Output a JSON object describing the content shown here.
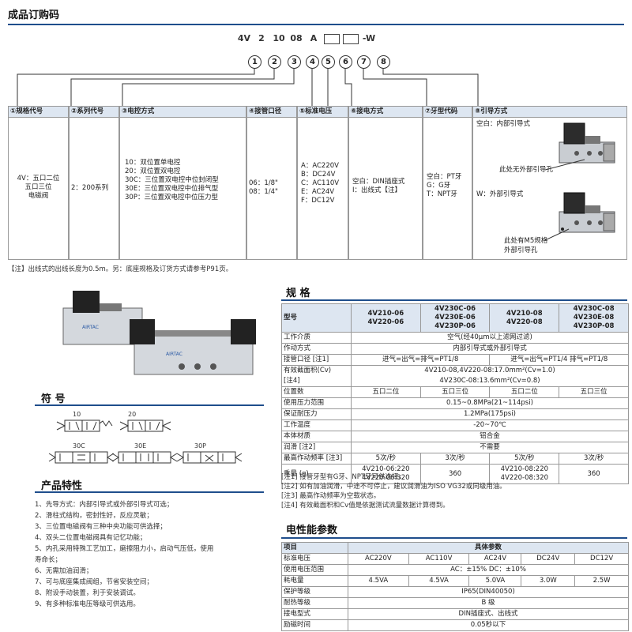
{
  "order_code": {
    "title": "成品订购码",
    "code_parts": [
      "4V",
      "2",
      "10",
      "08",
      "A",
      "",
      "",
      "-W"
    ],
    "circles": [
      "1",
      "2",
      "3",
      "4",
      "5",
      "6",
      "7",
      "8"
    ],
    "columns": [
      {
        "header": "①规格代号",
        "lines": [
          "4V：五口二位",
          "五口三位",
          "电磁阀"
        ]
      },
      {
        "header": "②系列代号",
        "lines": [
          "2：200系列"
        ]
      },
      {
        "header": "③电控方式",
        "lines": [
          "10：双位置单电控",
          "20：双位置双电控",
          "30C：三位置双电控中位封闭型",
          "30E：三位置双电控中位排气型",
          "30P：三位置双电控中位压力型"
        ]
      },
      {
        "header": "④接管口径",
        "lines": [
          "06：1/8\"",
          "08：1/4\""
        ]
      },
      {
        "header": "⑤标准电压",
        "lines": [
          "A：AC220V",
          "B：DC24V",
          "C：AC110V",
          "E：AC24V",
          "F：DC12V"
        ]
      },
      {
        "header": "⑥接电方式",
        "lines": [
          "空白：DIN插座式",
          "I：出线式【注】"
        ]
      },
      {
        "header": "⑦牙型代码",
        "lines": [
          "空白：PT牙",
          "G：G牙",
          "T：NPT牙"
        ]
      },
      {
        "header": "⑧引导方式",
        "lines": [
          "空白：内部引导式",
          "W：外部引导式"
        ]
      }
    ],
    "pilot_labels": [
      "此处无外部引导孔",
      "此处有M5规格",
      "外部引导孔"
    ],
    "note": "【注】出线式的出线长度为0.5m。另：底座规格及订货方式请参考P91页。"
  },
  "symbols": {
    "title": "符 号",
    "labels": [
      "10",
      "20",
      "30C",
      "30E",
      "30P"
    ]
  },
  "features": {
    "title": "产品特性",
    "items": [
      "1、先导方式：内部引导式或外部引导式可选；",
      "2、滑柱式结构，密封性好，反应灵敏；",
      "3、三位置电磁阀有三种中央功能可供选择；",
      "4、双头二位置电磁阀具有记忆功能；",
      "5、内孔采用特殊工艺加工，磨擦阻力小，启动气压低，使用",
      "    寿命长；",
      "6、无需加油润滑；",
      "7、可与底座集成阀组，节省安装空间；",
      "8、附设手动装置，利于安装调试。",
      "9、有多种标准电压等级可供选用。"
    ]
  },
  "spec": {
    "title": "规 格",
    "header": {
      "model": "型号",
      "c1": [
        "4V210-06",
        "4V220-06"
      ],
      "c2": [
        "4V230C-06",
        "4V230E-06",
        "4V230P-06"
      ],
      "c3": [
        "4V210-08",
        "4V220-08"
      ],
      "c4": [
        "4V230C-08",
        "4V230E-08",
        "4V230P-08"
      ]
    },
    "rows": [
      {
        "label": "工作介质",
        "span": "空气(经40μm以上滤网过滤)"
      },
      {
        "label": "作动方式",
        "span": "内部引导式或外部引导式"
      },
      {
        "label": "接管口径 [注1]",
        "left": "进气=出气=排气=PT1/8",
        "right": "进气=出气=PT1/4 排气=PT1/8"
      },
      {
        "label": "有效截面积(Cv)",
        "span": "4V210-08,4V220-08:17.0mm²(Cv=1.0)"
      },
      {
        "label": "[注4]",
        "span": "4V230C-08:13.6mm²(Cv=0.8)"
      },
      {
        "label": "位置数",
        "cells": [
          "五口二位",
          "五口三位",
          "五口二位",
          "五口三位"
        ]
      },
      {
        "label": "使用压力范围",
        "span": "0.15~0.8MPa(21~114psi)"
      },
      {
        "label": "保证耐压力",
        "span": "1.2MPa(175psi)"
      },
      {
        "label": "工作温度",
        "span": "-20~70℃"
      },
      {
        "label": "本体材质",
        "span": "铝合金"
      },
      {
        "label": "润滑 [注2]",
        "span": "不需要"
      },
      {
        "label": "最高作动频率 [注3]",
        "cells": [
          "5次/秒",
          "3次/秒",
          "5次/秒",
          "3次/秒"
        ]
      }
    ],
    "weight": {
      "label": "重量 (g)",
      "c1": [
        "4V210-06:220",
        "4V220-06:320"
      ],
      "c2": "360",
      "c3": [
        "4V210-08:220",
        "4V220-08:320"
      ],
      "c4": "360"
    },
    "notes": [
      "[注1] 接管牙型有G牙、NPT牙可供选择。",
      "[注2] 如有加油润滑，中途不可停止，建议润滑油为ISO VG32或同级用油。",
      "[注3] 最高作动频率为空载状态。",
      "[注4] 有效截面积和Cv值是依据测试流量数据计算得到。"
    ]
  },
  "electric": {
    "title": "电性能参数",
    "header_item": "项目",
    "header_params": "具体参数",
    "voltages": [
      "AC220V",
      "AC110V",
      "AC24V",
      "DC24V",
      "DC12V"
    ],
    "range_label": "使用电压范围",
    "range_value": "AC：±15%   DC：±10%",
    "power_label": "耗电量",
    "power": [
      "4.5VA",
      "4.5VA",
      "5.0VA",
      "3.0W",
      "2.5W"
    ],
    "rows": [
      {
        "label": "保护等级",
        "value": "IP65(DIN40050)"
      },
      {
        "label": "耐热等级",
        "value": "B 级"
      },
      {
        "label": "接电型式",
        "value": "DIN插座式、出线式"
      },
      {
        "label": "励磁时间",
        "value": "0.05秒以下"
      }
    ],
    "voltage_label": "标准电压"
  },
  "colors": {
    "accent": "#1f4e8c",
    "header_bg": "#dde6f1"
  }
}
